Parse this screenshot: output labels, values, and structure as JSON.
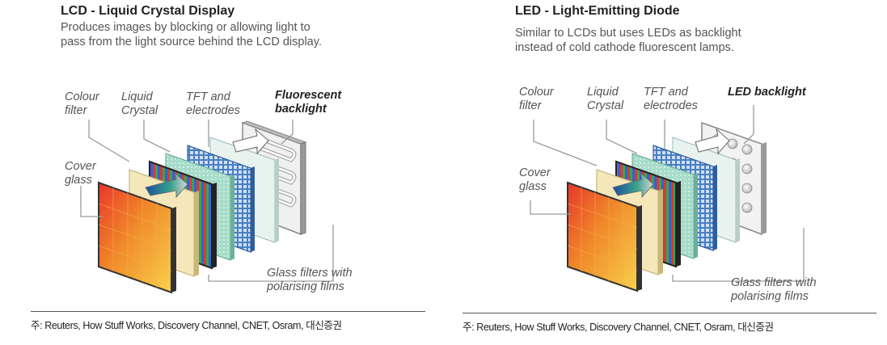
{
  "panels": [
    {
      "title": "LCD - Liquid Crystal Display",
      "description": [
        "Produces images by blocking or allowing light to",
        "pass from the light source behind the LCD display."
      ],
      "labels": {
        "colour_filter": [
          "Colour",
          "filter"
        ],
        "liquid_crystal": [
          "Liquid",
          "Crystal"
        ],
        "tft": [
          "TFT and",
          "electrodes"
        ],
        "backlight": [
          "Fluorescent",
          "backlight"
        ],
        "cover_glass": [
          "Cover",
          "glass"
        ],
        "glass_filters": [
          "Glass filters with",
          "polarising films"
        ]
      },
      "source_note": "주: Reuters, How Stuff Works, Discovery Channel, CNET, Osram, 대신증권"
    },
    {
      "title": "LED - Light-Emitting Diode",
      "description": [
        "Similar to LCDs but uses LEDs as backlight",
        "instead of cold cathode fluorescent lamps."
      ],
      "labels": {
        "colour_filter": [
          "Colour",
          "filter"
        ],
        "liquid_crystal": [
          "Liquid",
          "Crystal"
        ],
        "tft": [
          "TFT and",
          "electrodes"
        ],
        "backlight": [
          "LED backlight"
        ],
        "cover_glass": [
          "Cover",
          "glass"
        ],
        "glass_filters": [
          "Glass filters with",
          "polarising films"
        ]
      },
      "source_note": "주: Reuters, How Stuff Works, Discovery Channel, CNET, Osram, 대신증권"
    }
  ],
  "colors": {
    "leader_line": "#9a9a9a",
    "tft_blue": "#4a7fc4",
    "glass_green": "#9fd6c4",
    "cream": "#f3e6b8"
  }
}
